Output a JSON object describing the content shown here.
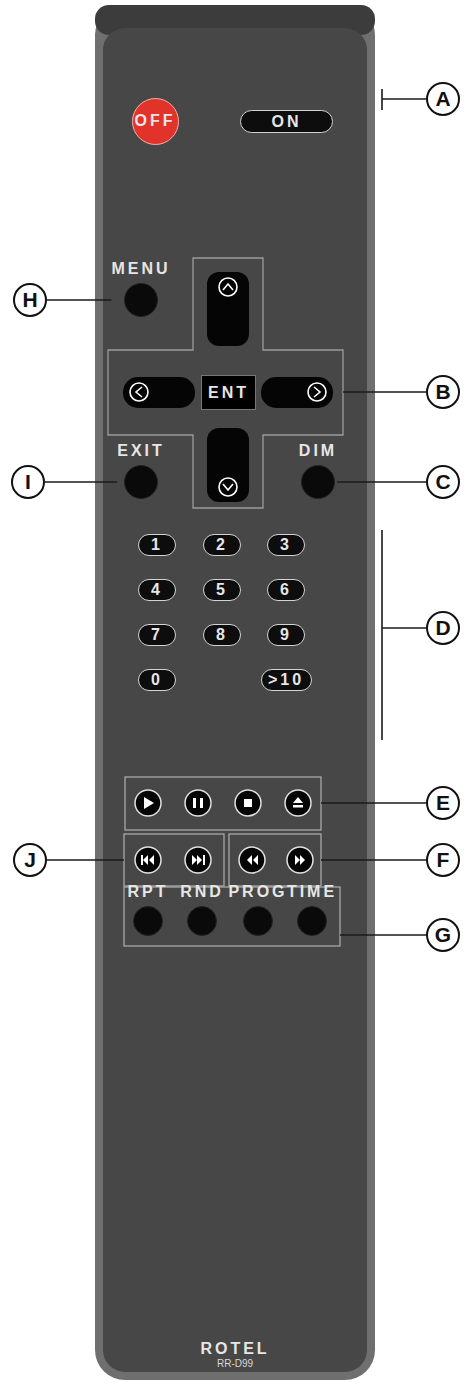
{
  "diagram": {
    "nodes": [
      {
        "text": [
          "ROTEL",
          "RR-D99"
        ]
      },
      {
        "text": [
          "OFF"
        ],
        "in": 0
      },
      {
        "text": [
          "ON"
        ],
        "in": 0
      },
      {
        "text": [
          "A"
        ]
      },
      {
        "text": [
          "H"
        ]
      },
      {
        "text": [
          "MENU"
        ],
        "in": 0
      },
      {
        "text": [
          "ENT"
        ],
        "in": 0
      },
      {
        "text": [
          "B"
        ]
      },
      {
        "text": [
          "I"
        ]
      },
      {
        "text": [
          "EXIT"
        ],
        "in": 0
      },
      {
        "text": [
          "DIM"
        ],
        "in": 0
      },
      {
        "text": [
          "C"
        ]
      },
      {
        "text": [
          "1"
        ],
        "in": 0
      },
      {
        "text": [
          "2"
        ],
        "in": 0
      },
      {
        "text": [
          "3"
        ],
        "in": 0
      },
      {
        "text": [
          "4"
        ],
        "in": 0
      },
      {
        "text": [
          "5"
        ],
        "in": 0
      },
      {
        "text": [
          "6"
        ],
        "in": 0
      },
      {
        "text": [
          "7"
        ],
        "in": 0
      },
      {
        "text": [
          "8"
        ],
        "in": 0
      },
      {
        "text": [
          "9"
        ],
        "in": 0
      },
      {
        "text": [
          "0"
        ],
        "in": 0
      },
      {
        "text": [
          ">10"
        ],
        "in": 0
      },
      {
        "text": [
          "D"
        ]
      },
      {
        "text": [
          "E"
        ]
      },
      {
        "text": [
          "J"
        ]
      },
      {
        "text": [
          "F"
        ]
      },
      {
        "text": [
          "RPT"
        ],
        "in": 0
      },
      {
        "text": [
          "RND"
        ],
        "in": 0
      },
      {
        "text": [
          "PROG"
        ],
        "in": 0
      },
      {
        "text": [
          "TIME"
        ],
        "in": 0
      },
      {
        "text": [
          "G"
        ]
      }
    ],
    "edges": [
      {
        "from": 4,
        "to": 5,
        "arrow": "none"
      },
      {
        "from": 8,
        "to": 9,
        "arrow": "none"
      },
      {
        "from": 11,
        "to": 10,
        "arrow": "none"
      }
    ]
  }
}
